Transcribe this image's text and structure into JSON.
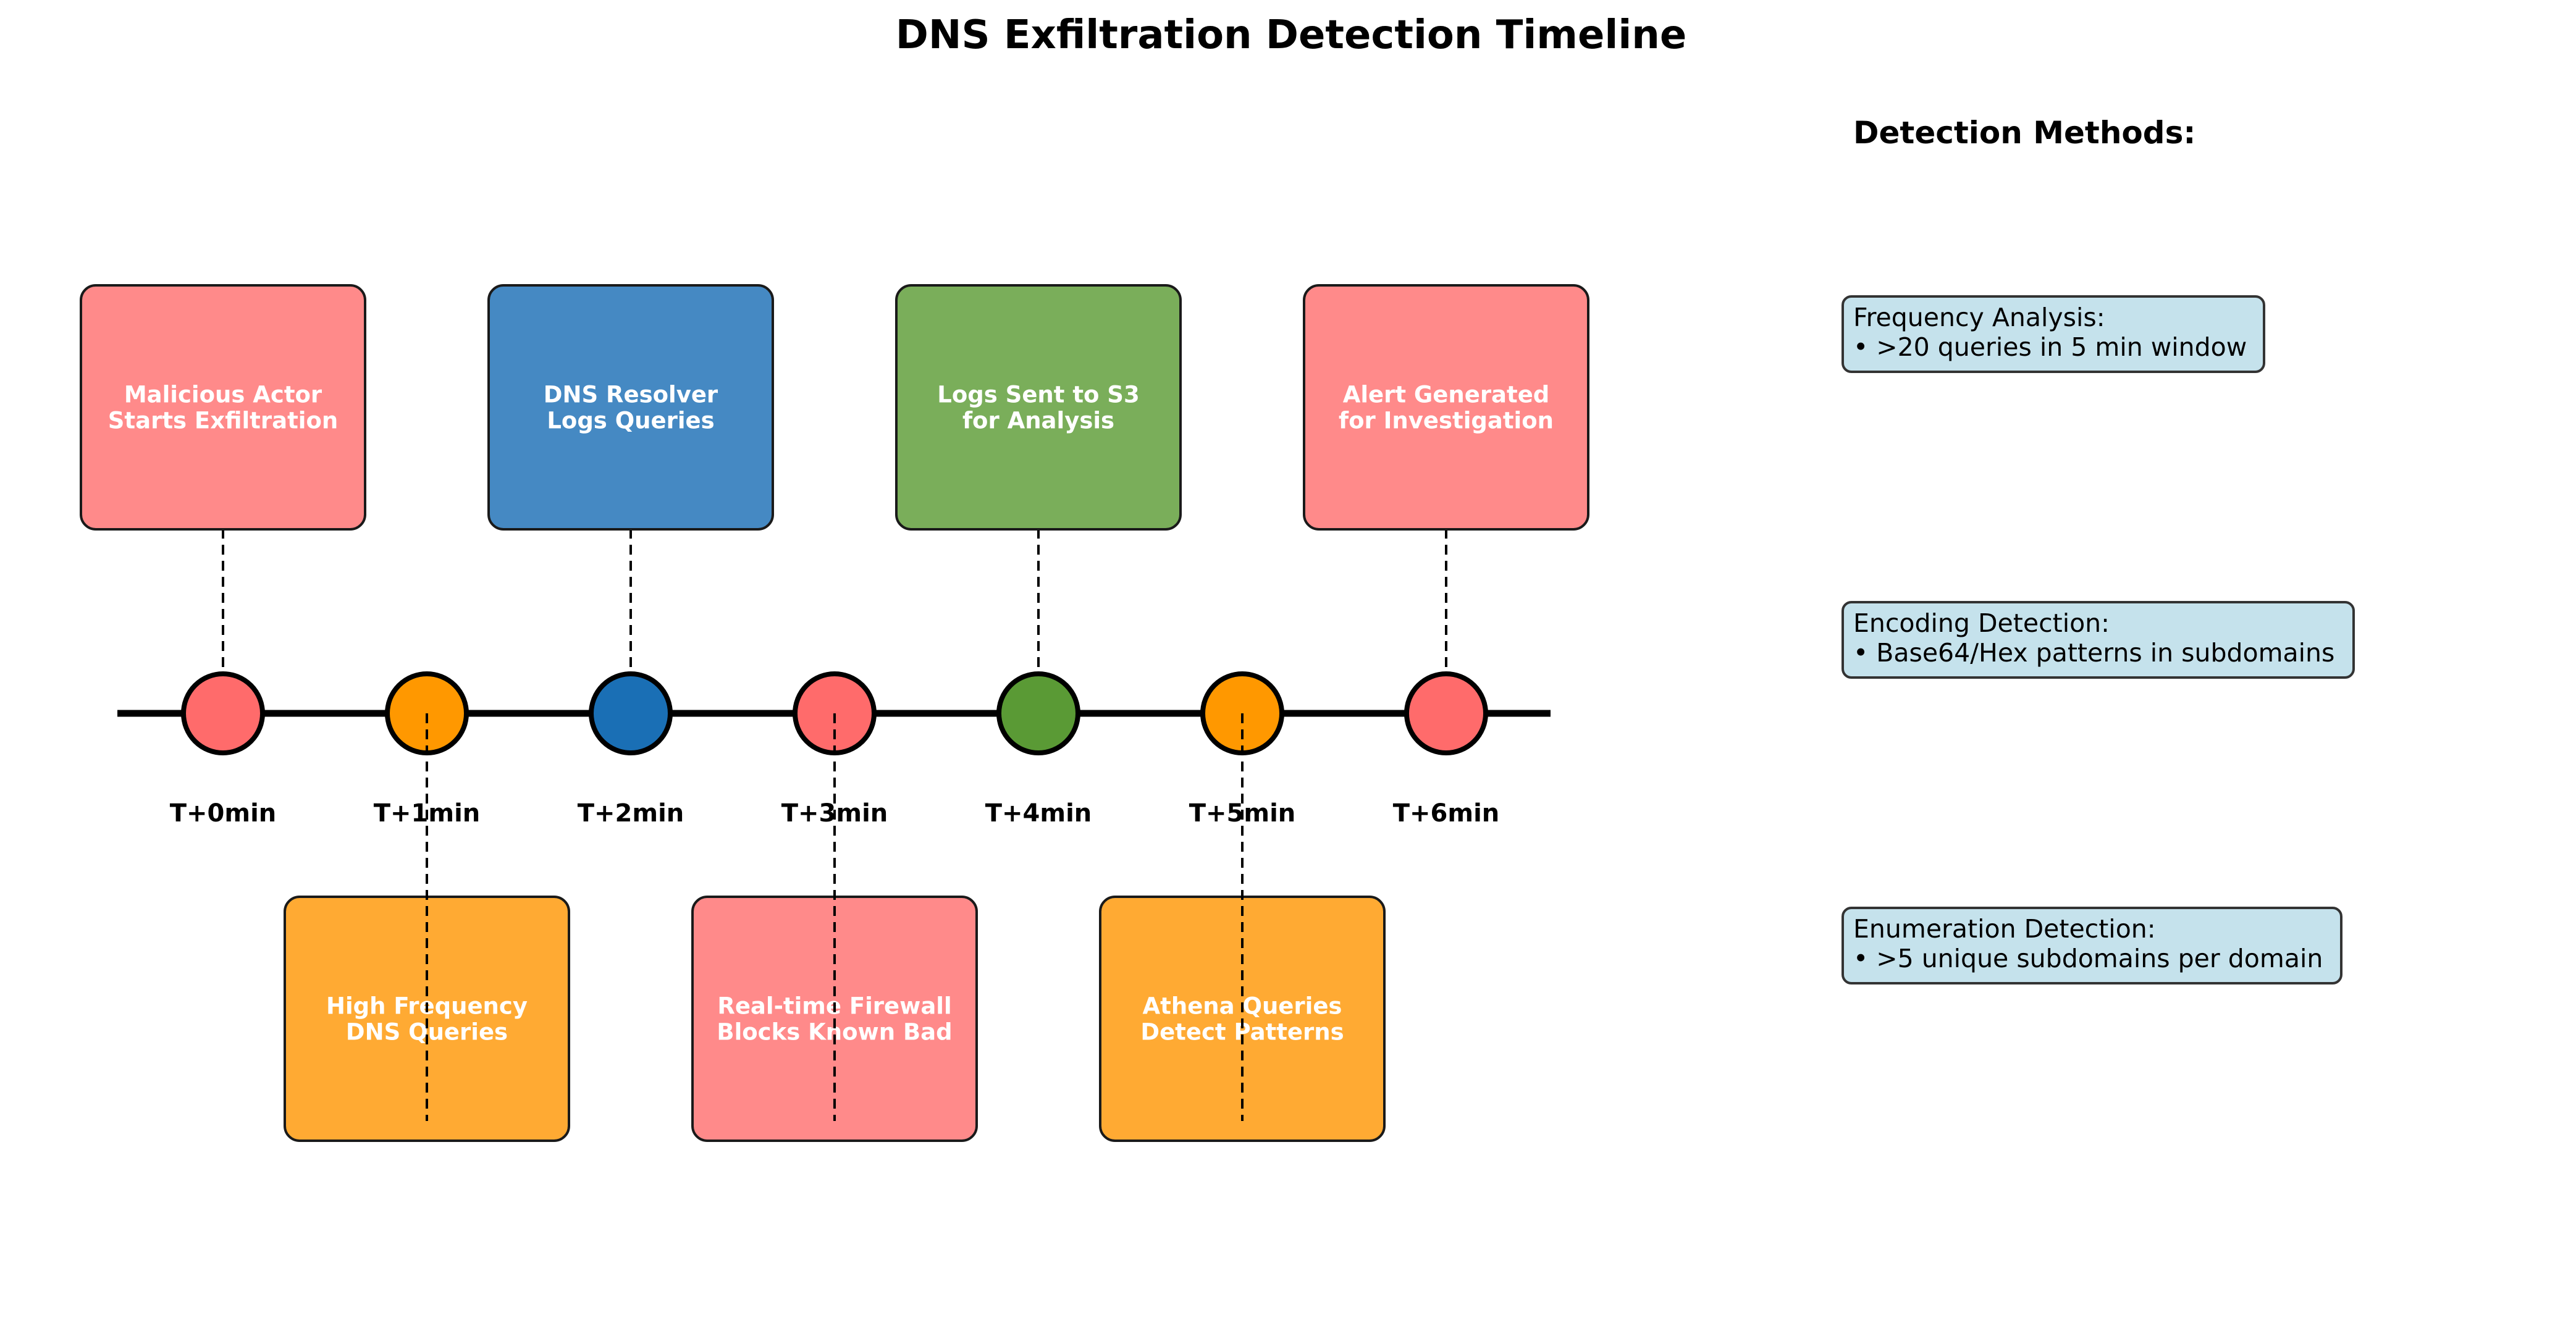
{
  "title": "DNS Exfiltration Detection Timeline",
  "timeline": {
    "ticks": [
      {
        "label": "T+0min",
        "color": "#ff6b6b"
      },
      {
        "label": "T+1min",
        "color": "#ff9800"
      },
      {
        "label": "T+2min",
        "color": "#1a6fb5"
      },
      {
        "label": "T+3min",
        "color": "#ff6b6b"
      },
      {
        "label": "T+4min",
        "color": "#5a9a35"
      },
      {
        "label": "T+5min",
        "color": "#ff9800"
      },
      {
        "label": "T+6min",
        "color": "#ff6b6b"
      }
    ]
  },
  "events": [
    {
      "tick": 0,
      "side": "top",
      "lines": [
        "Malicious Actor",
        "Starts Exfiltration"
      ],
      "color": "#ff8a8a"
    },
    {
      "tick": 1,
      "side": "bottom",
      "lines": [
        "High Frequency",
        "DNS Queries"
      ],
      "color": "#ffaa33"
    },
    {
      "tick": 2,
      "side": "top",
      "lines": [
        "DNS Resolver",
        "Logs Queries"
      ],
      "color": "#4589c3"
    },
    {
      "tick": 3,
      "side": "bottom",
      "lines": [
        "Real-time Firewall",
        "Blocks Known Bad"
      ],
      "color": "#ff8a8a"
    },
    {
      "tick": 4,
      "side": "top",
      "lines": [
        "Logs Sent to S3",
        "for Analysis"
      ],
      "color": "#7aae5a"
    },
    {
      "tick": 5,
      "side": "bottom",
      "lines": [
        "Athena Queries",
        "Detect Patterns"
      ],
      "color": "#ffaa33"
    },
    {
      "tick": 6,
      "side": "top",
      "lines": [
        "Alert Generated",
        "for Investigation"
      ],
      "color": "#ff8a8a"
    }
  ],
  "detection": {
    "heading": "Detection Methods:",
    "methods": [
      {
        "lines": [
          "Frequency Analysis:",
          "• >20 queries in 5 min window"
        ]
      },
      {
        "lines": [
          "Encoding Detection:",
          "• Base64/Hex patterns in subdomains"
        ]
      },
      {
        "lines": [
          "Enumeration Detection:",
          "• >5 unique subdomains per domain"
        ]
      }
    ],
    "box_color": "#c5e2ec"
  }
}
